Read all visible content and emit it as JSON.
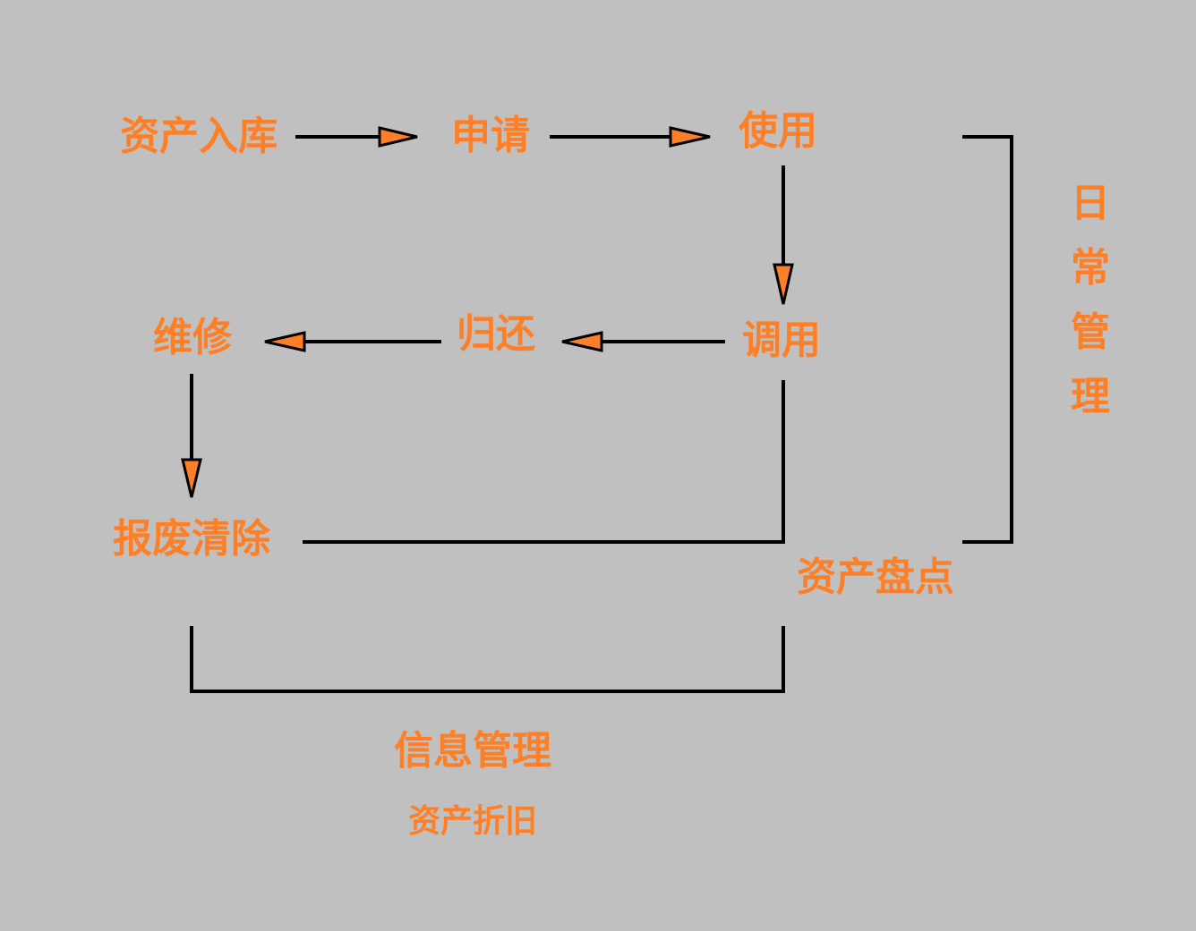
{
  "colors": {
    "background": "#c0c0c0",
    "text": "#ff7f27",
    "line": "#000000",
    "arrowhead_fill": "#ff7f27"
  },
  "nodes": {
    "asset_inbound": "资产入库",
    "apply": "申请",
    "use": "使用",
    "transfer": "调用",
    "return": "归还",
    "repair": "维修",
    "scrap_clear": "报废清除",
    "inventory": "资产盘点"
  },
  "brackets": {
    "daily_management": "日常管理",
    "information_management": "信息管理",
    "depreciation": "资产折旧"
  }
}
